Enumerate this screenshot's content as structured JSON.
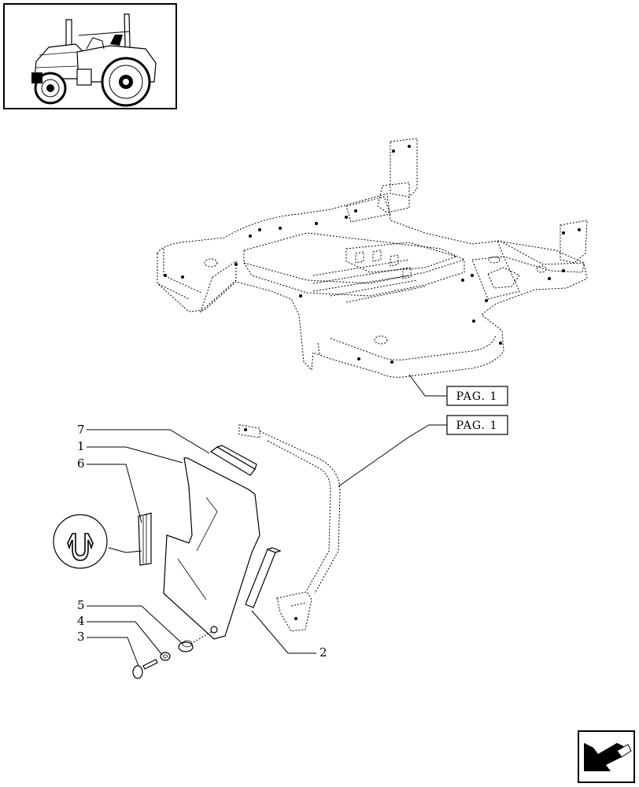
{
  "callouts": [
    {
      "id": "7",
      "text": "7"
    },
    {
      "id": "1",
      "text": "1"
    },
    {
      "id": "6",
      "text": "6"
    },
    {
      "id": "5",
      "text": "5"
    },
    {
      "id": "4",
      "text": "4"
    },
    {
      "id": "3",
      "text": "3"
    },
    {
      "id": "2",
      "text": "2"
    }
  ],
  "page_refs": [
    {
      "text": "PAG. 1"
    },
    {
      "text": "PAG. 1"
    }
  ],
  "icons": {
    "thumbnail": "tractor-thumbnail-icon",
    "clip_symbol": "u-clip-symbol-icon",
    "navigation": "return-arrow-icon"
  }
}
